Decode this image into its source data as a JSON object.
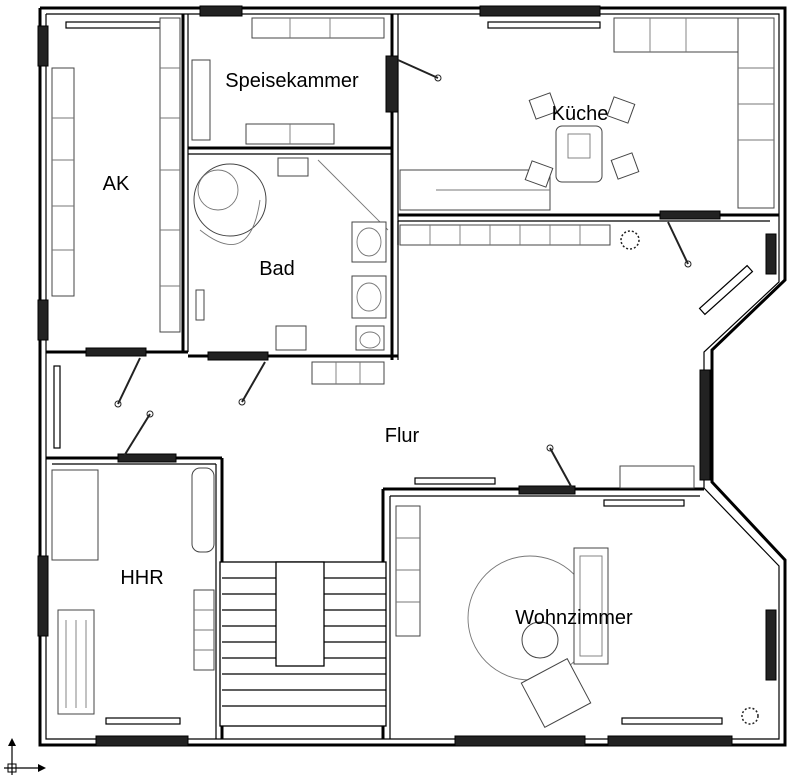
{
  "rooms": {
    "ak": "AK",
    "speisekammer": "Speisekammer",
    "kueche": "Küche",
    "bad": "Bad",
    "flur": "Flur",
    "hhr": "HHR",
    "wohnzimmer": "Wohnzimmer"
  },
  "icons": {
    "compass": "north-arrow-icon",
    "door_swing": "door-swing-icon",
    "plant": "plant-icon"
  }
}
